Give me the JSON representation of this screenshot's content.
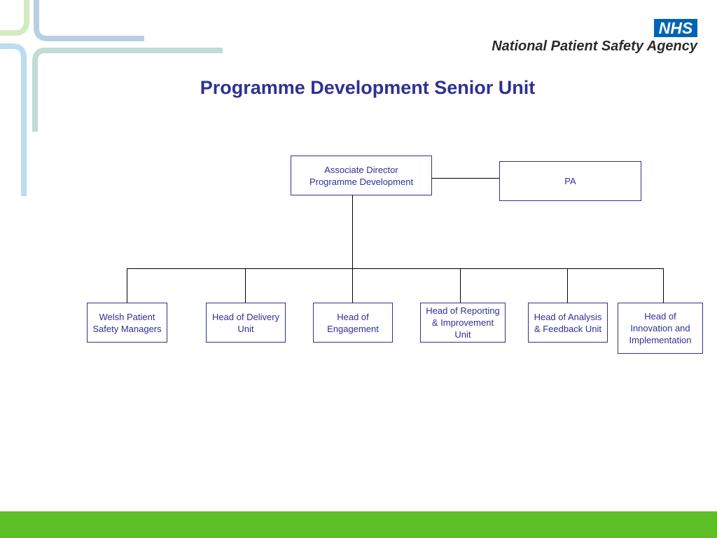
{
  "logo": {
    "nhs_mark": "NHS",
    "agency_name": "National Patient Safety Agency"
  },
  "title": "Programme Development Senior Unit",
  "org_chart": {
    "top": {
      "label": "Associate Director\nProgramme Development"
    },
    "assistant": {
      "label": "PA"
    },
    "reports": [
      {
        "label": "Welsh Patient\nSafety Managers"
      },
      {
        "label": "Head of Delivery\nUnit"
      },
      {
        "label": "Head of\nEngagement"
      },
      {
        "label": "Head of Reporting\n& Improvement\nUnit"
      },
      {
        "label": "Head of Analysis\n& Feedback Unit"
      },
      {
        "label": "Head of\nInnovation and\nImplementation"
      }
    ]
  },
  "colors": {
    "title": "#2e3192",
    "box_border": "#2e3192",
    "connector": "#000000",
    "footer": "#5cbf26",
    "nhs_blue": "#0064b4"
  }
}
